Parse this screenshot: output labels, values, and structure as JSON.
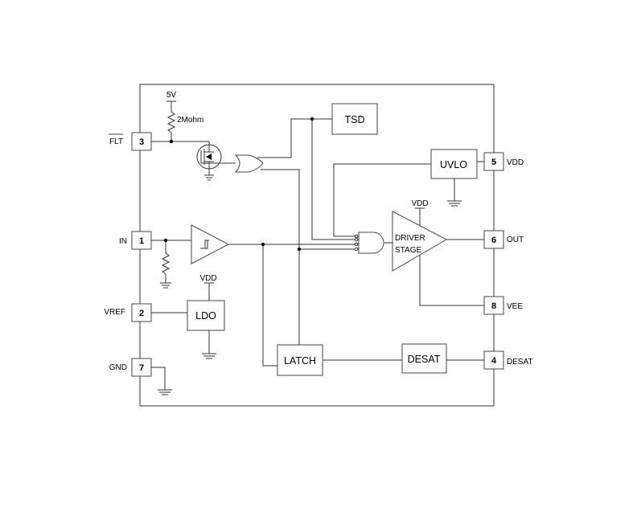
{
  "pins": [
    {
      "number": "3",
      "name": "FLT"
    },
    {
      "number": "1",
      "name": "IN"
    },
    {
      "number": "2",
      "name": "VREF"
    },
    {
      "number": "7",
      "name": "GND"
    },
    {
      "number": "5",
      "name": "VDD"
    },
    {
      "number": "6",
      "name": "OUT"
    },
    {
      "number": "8",
      "name": "VEE"
    },
    {
      "number": "4",
      "name": "DESAT"
    }
  ],
  "blocks": {
    "tsd": "TSD",
    "uvlo": "UVLO",
    "ldo": "LDO",
    "latch": "LATCH",
    "desat": "DESAT",
    "driver_line1": "DRIVER",
    "driver_line2": "STAGE"
  },
  "labels": {
    "supply_5v": "5V",
    "pullup_resistor": "2Mohm",
    "driver_vdd": "VDD",
    "ldo_vdd": "VDD"
  }
}
